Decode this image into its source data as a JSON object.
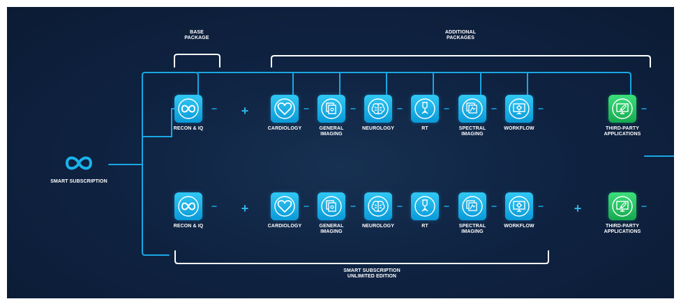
{
  "header": {
    "base_package": "BASE\nPACKAGE",
    "additional_packages": "ADDITIONAL\nPACKAGES"
  },
  "smart_subscription": {
    "label": "SMART SUBSCRIPTION",
    "icon": "infinity-loop-icon"
  },
  "rows": [
    {
      "packages": [
        {
          "label": "RECON & IQ",
          "icon": "infinity-loop-icon",
          "color": "#1bb2ec"
        },
        {
          "label": "CARDIOLOGY",
          "icon": "heart-icon",
          "color": "#1bb2ec"
        },
        {
          "label": "GENERAL\nIMAGING",
          "icon": "stacked-scans-icon",
          "color": "#1bb2ec"
        },
        {
          "label": "NEUROLOGY",
          "icon": "brain-icon",
          "color": "#1bb2ec"
        },
        {
          "label": "RT",
          "icon": "radiation-probe-icon",
          "color": "#1bb2ec"
        },
        {
          "label": "SPECTRAL\nIMAGING",
          "icon": "layered-scans-icon",
          "color": "#1bb2ec"
        },
        {
          "label": "WORKFLOW",
          "icon": "gear-monitor-icon",
          "color": "#1bb2ec"
        },
        {
          "label": "THIRD-PARTY\nAPPLICATIONS",
          "icon": "rocket-monitor-icon",
          "color": "#2bcf6a"
        }
      ]
    },
    {
      "packages": [
        {
          "label": "RECON & IQ",
          "icon": "infinity-loop-icon",
          "color": "#1bb2ec"
        },
        {
          "label": "CARDIOLOGY",
          "icon": "heart-icon",
          "color": "#1bb2ec"
        },
        {
          "label": "GENERAL\nIMAGING",
          "icon": "stacked-scans-icon",
          "color": "#1bb2ec"
        },
        {
          "label": "NEUROLOGY",
          "icon": "brain-icon",
          "color": "#1bb2ec"
        },
        {
          "label": "RT",
          "icon": "radiation-probe-icon",
          "color": "#1bb2ec"
        },
        {
          "label": "SPECTRAL\nIMAGING",
          "icon": "layered-scans-icon",
          "color": "#1bb2ec"
        },
        {
          "label": "WORKFLOW",
          "icon": "gear-monitor-icon",
          "color": "#1bb2ec"
        },
        {
          "label": "THIRD-PARTY\nAPPLICATIONS",
          "icon": "rocket-monitor-icon",
          "color": "#2bcf6a"
        }
      ]
    }
  ],
  "plus_sign": "+",
  "footer": {
    "unlimited_edition": "SMART SUBSCRIPTION\nUNLIMITED EDITION"
  },
  "colors": {
    "background": "#0f2342",
    "accent_blue": "#1bb2ec",
    "accent_green": "#2bcf6a",
    "bracket": "#ffffff"
  }
}
